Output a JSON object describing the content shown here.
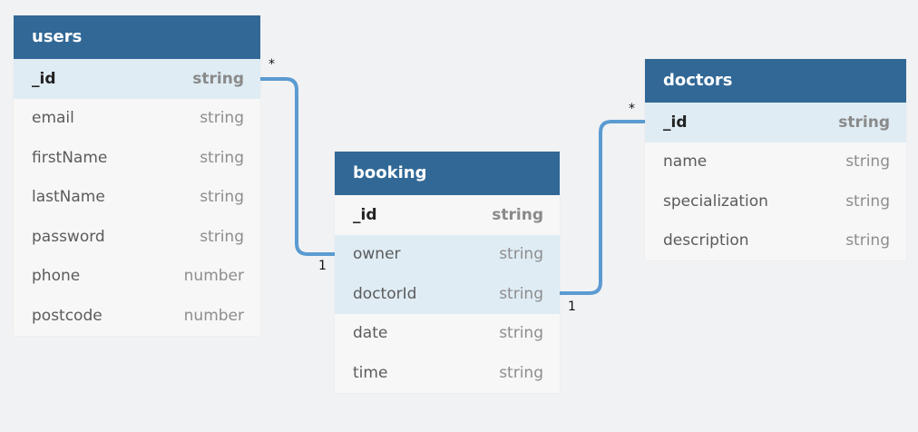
{
  "tables": {
    "users": {
      "title": "users",
      "fields": [
        {
          "name": "_id",
          "type": "string"
        },
        {
          "name": "email",
          "type": "string"
        },
        {
          "name": "firstName",
          "type": "string"
        },
        {
          "name": "lastName",
          "type": "string"
        },
        {
          "name": "password",
          "type": "string"
        },
        {
          "name": "phone",
          "type": "number"
        },
        {
          "name": "postcode",
          "type": "number"
        }
      ]
    },
    "booking": {
      "title": "booking",
      "fields": [
        {
          "name": "_id",
          "type": "string"
        },
        {
          "name": "owner",
          "type": "string"
        },
        {
          "name": "doctorId",
          "type": "string"
        },
        {
          "name": "date",
          "type": "string"
        },
        {
          "name": "time",
          "type": "string"
        }
      ]
    },
    "doctors": {
      "title": "doctors",
      "fields": [
        {
          "name": "_id",
          "type": "string"
        },
        {
          "name": "name",
          "type": "string"
        },
        {
          "name": "specialization",
          "type": "string"
        },
        {
          "name": "description",
          "type": "string"
        }
      ]
    }
  },
  "relations": {
    "users_booking": {
      "from_label": "*",
      "to_label": "1"
    },
    "booking_doctors": {
      "from_label": "1",
      "to_label": "*"
    }
  },
  "colors": {
    "header": "#316896",
    "highlight": "#dfecf4",
    "connector": "#5b9bd1",
    "background": "#f1f2f4"
  }
}
